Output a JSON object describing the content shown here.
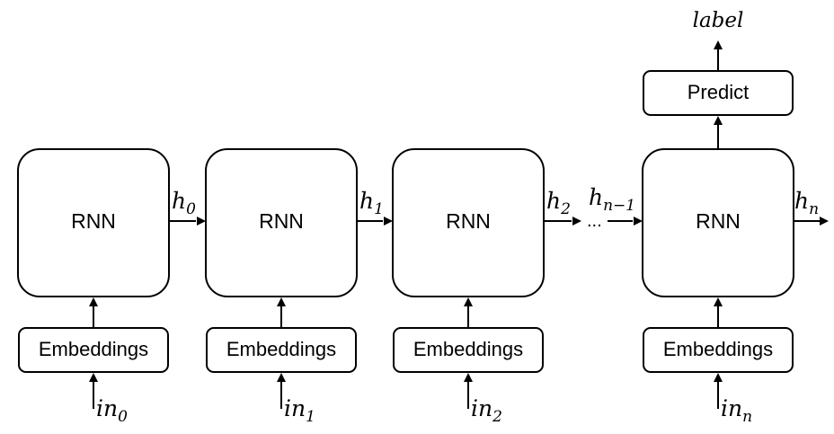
{
  "diagram": {
    "rnn_label": "RNN",
    "embeddings_label": "Embeddings",
    "predict_label": "Predict",
    "output_label": "label",
    "ellipsis": "...",
    "hidden_base": "h",
    "input_base": "in",
    "hidden_subscripts": {
      "h0": "0",
      "h1": "1",
      "h2": "2",
      "hn_minus_1": "n−1",
      "hn": "n"
    },
    "input_subscripts": {
      "in0": "0",
      "in1": "1",
      "in2": "2",
      "inn": "n"
    }
  }
}
